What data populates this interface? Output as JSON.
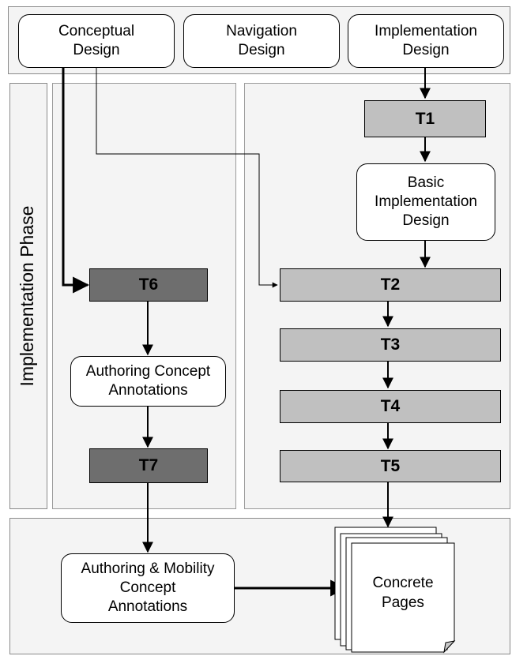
{
  "side_label": "Implementation Phase",
  "design_inputs": {
    "conceptual": "Conceptual\nDesign",
    "navigation": "Navigation\nDesign",
    "implementation": "Implementation\nDesign"
  },
  "tasks": {
    "t1": "T1",
    "t2": "T2",
    "t3": "T3",
    "t4": "T4",
    "t5": "T5",
    "t6": "T6",
    "t7": "T7"
  },
  "artifacts": {
    "basic_implementation_design": "Basic\nImplementation\nDesign",
    "authoring_concept_annotations": "Authoring Concept\nAnnotations",
    "authoring_mobility_annotations": "Authoring & Mobility\nConcept\nAnnotations",
    "concrete_pages": "Concrete\nPages"
  },
  "colors": {
    "light_task": "#c0c0c0",
    "dark_task": "#6e6e6e",
    "panel_bg": "#f4f4f4"
  }
}
